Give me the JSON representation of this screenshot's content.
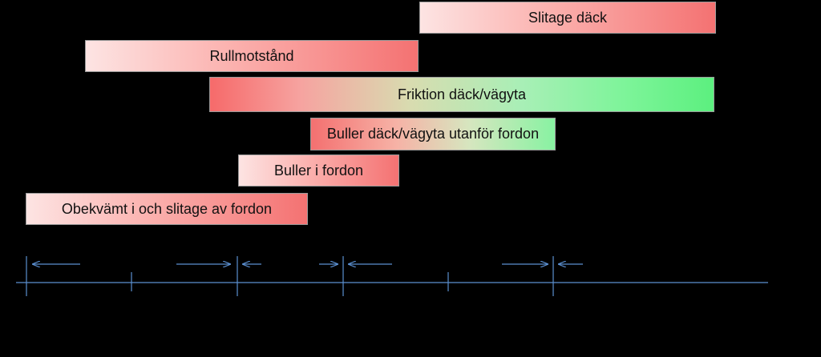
{
  "bars": {
    "slitage_dack": "Slitage däck",
    "rullmotstand": "Rullmotstånd",
    "friktion": "Friktion däck/vägyta",
    "buller_utanfor": "Buller däck/vägyta utanför fordon",
    "buller_i_fordon": "Buller i fordon",
    "obekvamt": "Obekvämt i och slitage av fordon"
  },
  "colors": {
    "background": "#000000",
    "axis": "#5b8fd0",
    "bar_red_end": "#f47272",
    "bar_green_end": "#5cf07f"
  }
}
